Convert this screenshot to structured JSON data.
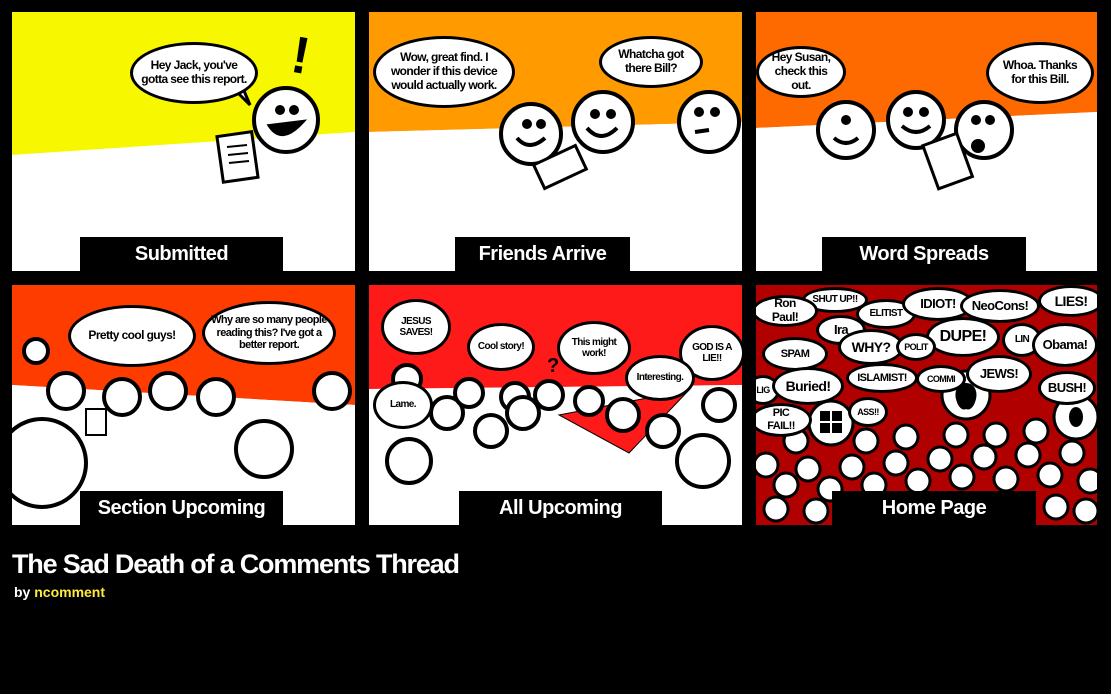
{
  "panels": [
    {
      "caption": "Submitted",
      "bubbles": [
        "Hey Jack, you've gotta see this report."
      ],
      "exclaim": "!"
    },
    {
      "caption": "Friends Arrive",
      "bubbles": [
        "Wow, great find. I wonder if this device would actually work.",
        "Whatcha got there Bill?"
      ]
    },
    {
      "caption": "Word Spreads",
      "bubbles": [
        "Hey Susan, check this out.",
        "Whoa. Thanks for this Bill."
      ]
    },
    {
      "caption": "Section Upcoming",
      "bubbles": [
        "Pretty cool guys!",
        "Why are so many people reading this? I've got a better report."
      ]
    },
    {
      "caption": "All Upcoming",
      "bubbles": [
        "JESUS SAVES!",
        "Cool story!",
        "This might work!",
        "GOD IS A LIE!!",
        "Interesting.",
        "Lame."
      ],
      "question": "?"
    },
    {
      "caption": "Home Page",
      "bubbles": [
        "SHUT UP!!",
        "Ron Paul!",
        "ELITIST",
        "IDIOT!",
        "NeoCons!",
        "LIES!",
        "Ira",
        "DUPE!",
        "LIN",
        "Obama!",
        "SPAM",
        "WHY?",
        "POLIT",
        "ISLAMIST!",
        "COMMI",
        "JEWS!",
        "BUSH!",
        "LIG",
        "Buried!",
        "ASS!!",
        "PIC FAIL!!"
      ]
    }
  ],
  "title": "The Sad Death of a Comments Thread",
  "byline": {
    "prefix": "by ",
    "author": "ncomment"
  },
  "colors": {
    "yellow": "#f7f700",
    "orange": "#ff9a00",
    "orange_red": "#ff6a00",
    "red_orange": "#ff3c00",
    "red": "#ff1a1a",
    "dark_red": "#b00000"
  }
}
